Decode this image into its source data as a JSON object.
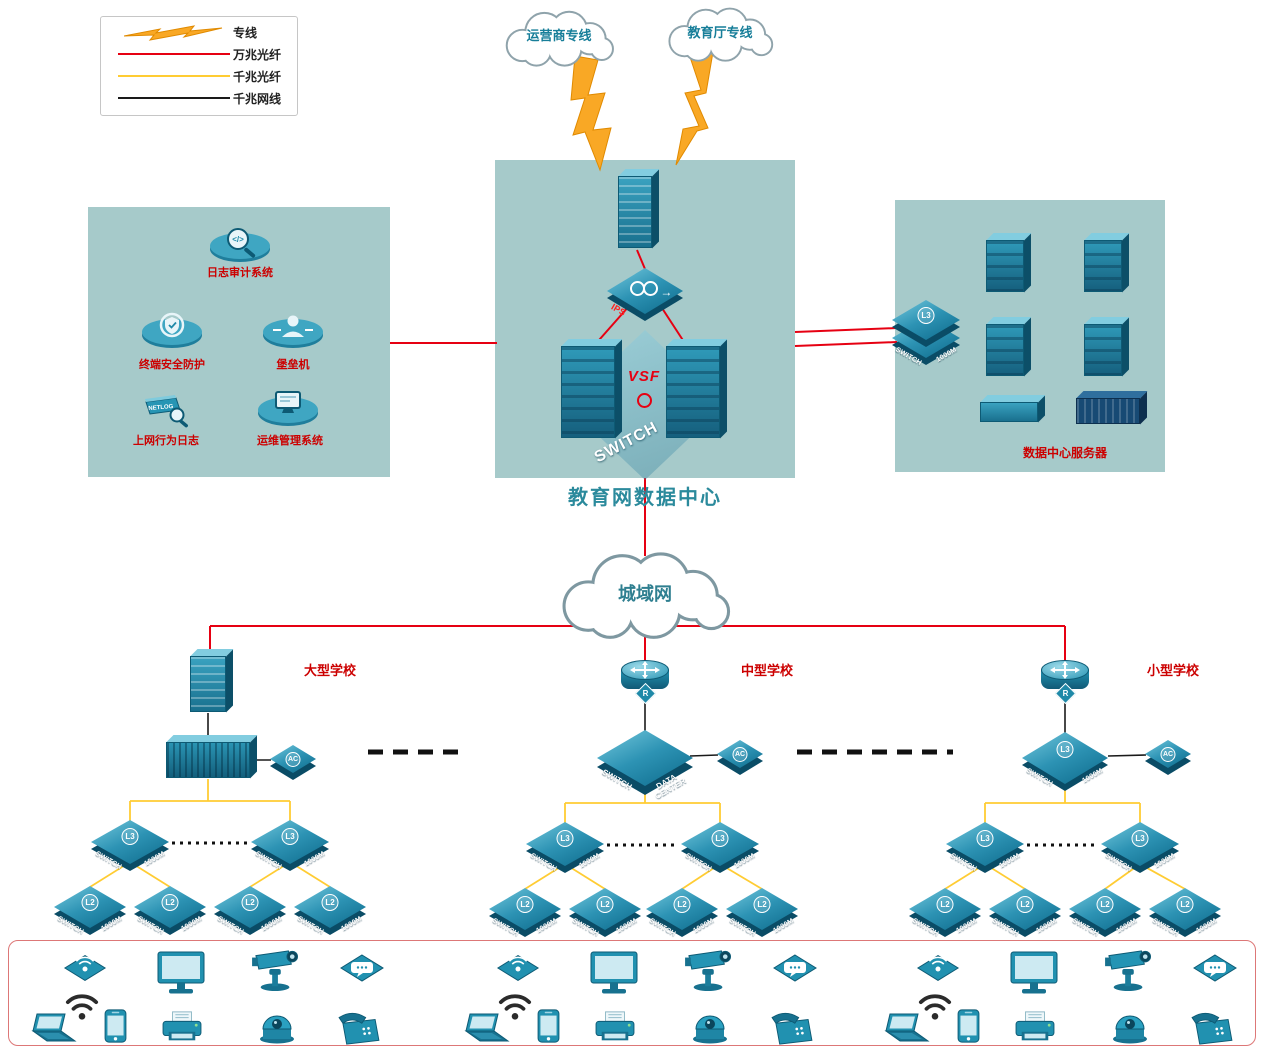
{
  "legend": {
    "items": [
      {
        "label": "专线",
        "symbol": "lightning"
      },
      {
        "label": "万兆光纤",
        "symbol": "red-line",
        "color": "#e60012"
      },
      {
        "label": "千兆光纤",
        "symbol": "yellow-line",
        "color": "#ffcc33"
      },
      {
        "label": "千兆网线",
        "symbol": "black-line",
        "color": "#1a1a1a"
      }
    ]
  },
  "clouds": {
    "operator": "运营商专线",
    "education": "教育厅专线",
    "man": "城域网"
  },
  "datacenter": {
    "title": "教育网数据中心",
    "ips": "IPS",
    "vsf": "VSF",
    "fabric_switch": "SWITCH"
  },
  "security_box": {
    "systems": [
      "日志审计系统",
      "终端安全防护",
      "堡垒机",
      "上网行为日志",
      "运维管理系统"
    ],
    "netlog_tag": "NETLOG"
  },
  "server_box": {
    "title": "数据中心服务器"
  },
  "labels": {
    "switch": "SWITCH",
    "speed": "1000M",
    "l3": "L3",
    "l2": "L2",
    "ac": "AC",
    "r": "R",
    "data_center": "DATA CENTER"
  },
  "schools": [
    {
      "name": "大型学校"
    },
    {
      "name": "中型学校"
    },
    {
      "name": "小型学校"
    }
  ],
  "terminals": {
    "groups": 3,
    "devices": [
      "wlan-ap",
      "wifi-signal",
      "laptop",
      "smartphone",
      "desktop-monitor",
      "printer",
      "ptz-camera",
      "dome-camera",
      "voice-chat",
      "desk-phone"
    ]
  },
  "colors": {
    "line_10g": "#e60012",
    "line_1g": "#ffcc33",
    "line_cat": "#1a1a1a",
    "zone_bg": "#a6caca",
    "device_teal": "#1f89a8",
    "label_red": "#cc0000",
    "bolt_orange": "#f9a825"
  }
}
